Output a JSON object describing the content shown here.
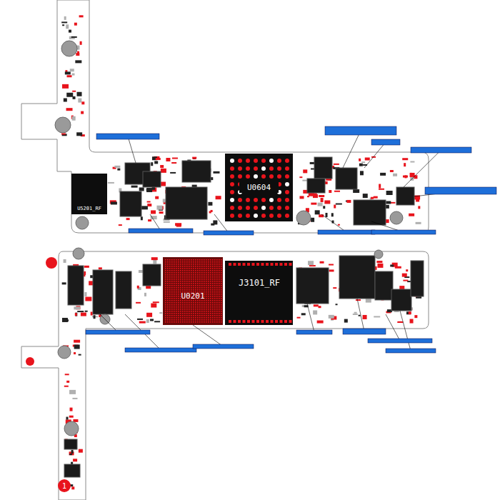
{
  "diagram": {
    "nodes": [
      {
        "text": [
          "U5201_RF"
        ]
      },
      {
        "text": [
          "U0604"
        ]
      },
      {
        "text": [
          "U0201"
        ]
      },
      {
        "text": [
          "J3101_RF"
        ]
      },
      {
        "text": [
          "1"
        ]
      }
    ]
  }
}
